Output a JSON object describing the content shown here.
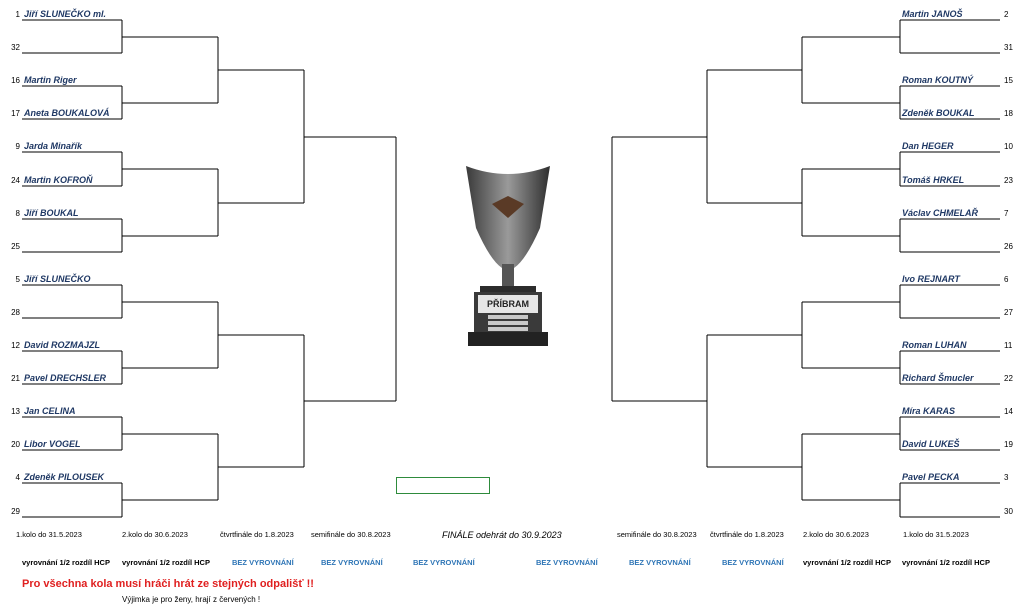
{
  "left": [
    {
      "seed": "1",
      "name": "Jiří SLUNEČKO ml."
    },
    {
      "seed": "32",
      "name": ""
    },
    {
      "seed": "16",
      "name": "Martin Riger"
    },
    {
      "seed": "17",
      "name": "Aneta BOUKALOVÁ"
    },
    {
      "seed": "9",
      "name": "Jarda Minařík"
    },
    {
      "seed": "24",
      "name": "Martin KOFROŇ"
    },
    {
      "seed": "8",
      "name": "Jiří BOUKAL"
    },
    {
      "seed": "25",
      "name": ""
    },
    {
      "seed": "5",
      "name": "Jiří SLUNEČKO"
    },
    {
      "seed": "28",
      "name": ""
    },
    {
      "seed": "12",
      "name": "David ROZMAJZL"
    },
    {
      "seed": "21",
      "name": "Pavel DRECHSLER"
    },
    {
      "seed": "13",
      "name": "Jan CELINA"
    },
    {
      "seed": "20",
      "name": "Libor VOGEL"
    },
    {
      "seed": "4",
      "name": "Zdeněk PILOUSEK"
    },
    {
      "seed": "29",
      "name": ""
    }
  ],
  "right": [
    {
      "seed": "2",
      "name": "Martin JANOŠ"
    },
    {
      "seed": "31",
      "name": ""
    },
    {
      "seed": "15",
      "name": "Roman KOUTNÝ"
    },
    {
      "seed": "18",
      "name": "Zdeněk BOUKAL"
    },
    {
      "seed": "10",
      "name": "Dan HEGER"
    },
    {
      "seed": "23",
      "name": "Tomáš HRKEL"
    },
    {
      "seed": "7",
      "name": "Václav CHMELAŘ"
    },
    {
      "seed": "26",
      "name": ""
    },
    {
      "seed": "6",
      "name": "Ivo REJNART"
    },
    {
      "seed": "27",
      "name": ""
    },
    {
      "seed": "11",
      "name": "Roman LUHAN"
    },
    {
      "seed": "22",
      "name": "Richard Šmucler"
    },
    {
      "seed": "14",
      "name": "Míra KARAS"
    },
    {
      "seed": "19",
      "name": "David LUKEŠ"
    },
    {
      "seed": "3",
      "name": "Pavel PECKA"
    },
    {
      "seed": "30",
      "name": ""
    }
  ],
  "rounds_left": [
    "1.kolo do 31.5.2023",
    "2.kolo do 30.6.2023",
    "čtvrtfinále do 1.8.2023",
    "semifinále do 30.8.2023"
  ],
  "rounds_right": [
    "semifinále do 30.8.2023",
    "čtvrtfinále do 1.8.2023",
    "2.kolo do 30.6.2023",
    "1.kolo do 31.5.2023"
  ],
  "final": "FINÁLE odehrát do 30.9.2023",
  "rules_left": [
    "vyrovnání 1/2 rozdíl HCP",
    "vyrovnání 1/2 rozdíl HCP",
    "BEZ VYROVNÁNÍ",
    "BEZ VYROVNÁNÍ",
    "BEZ VYROVNÁNÍ"
  ],
  "rules_right": [
    "BEZ VYROVNÁNÍ",
    "BEZ VYROVNÁNÍ",
    "BEZ VYROVNÁNÍ",
    "vyrovnání 1/2 rozdíl HCP",
    "vyrovnání 1/2 rozdíl HCP"
  ],
  "warning": "Pro všechna kola musí hráči hrát ze stejných odpališť !!",
  "note": "Výjimka je pro ženy, hrají z červených !",
  "trophy": {
    "brand": "PŘÍBRAM"
  },
  "colors": {
    "name": "#1f3864",
    "blue": "#2e75b6",
    "warning": "#e02020",
    "selection": "#2e8b3c"
  }
}
